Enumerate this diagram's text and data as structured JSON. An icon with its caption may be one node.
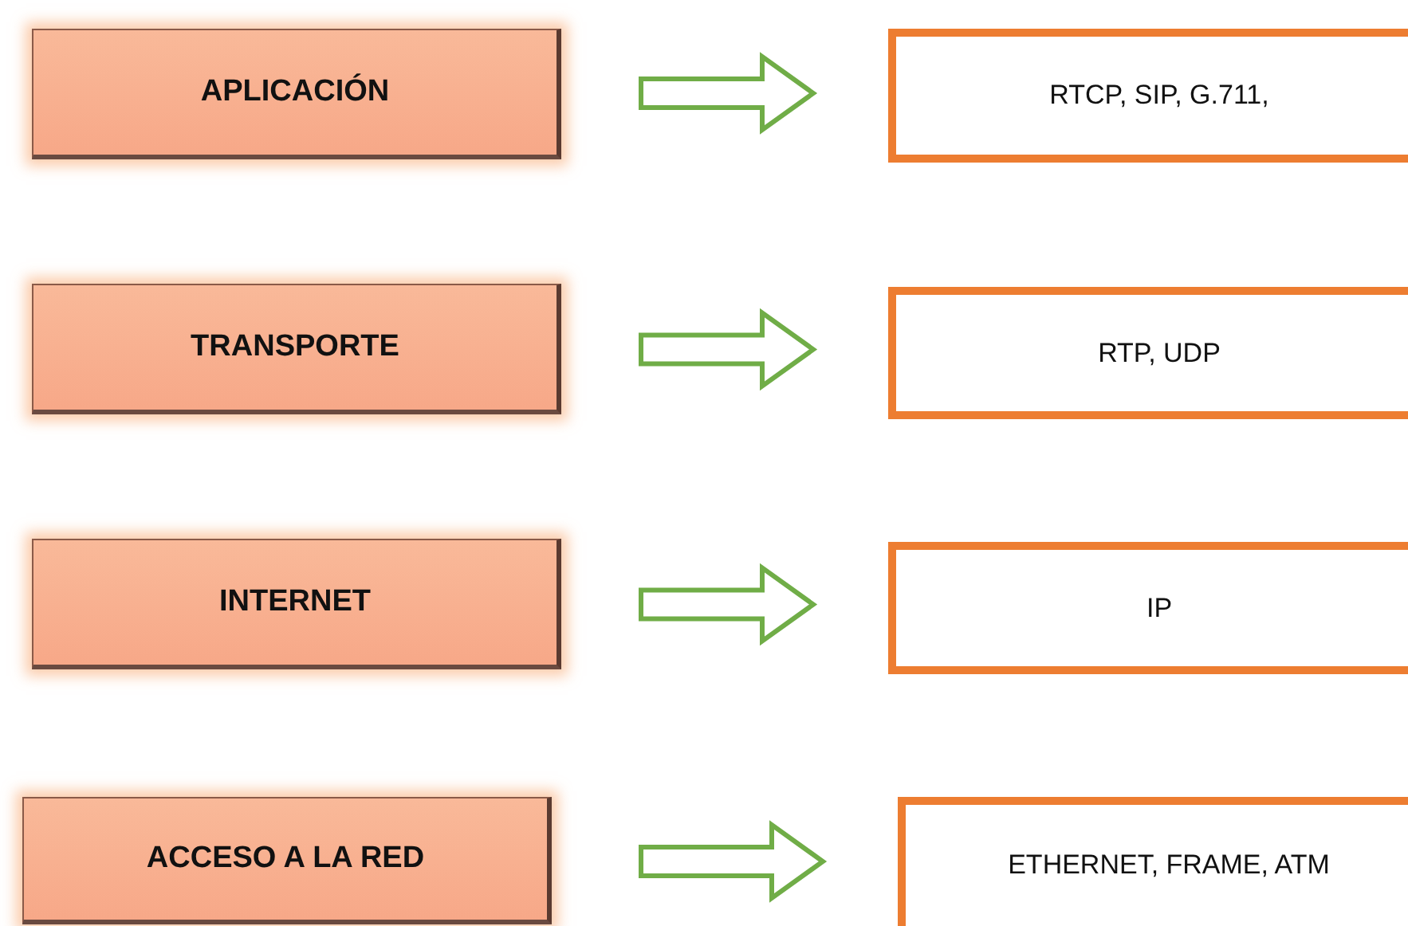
{
  "diagram": {
    "nodes": [
      {
        "text": [
          "APLICACIÓN"
        ]
      },
      {
        "text": [
          "RTCP, SIP, G.711,"
        ]
      },
      {
        "text": [
          "TRANSPORTE"
        ]
      },
      {
        "text": [
          "RTP, UDP"
        ]
      },
      {
        "text": [
          "INTERNET"
        ]
      },
      {
        "text": [
          "IP"
        ]
      },
      {
        "text": [
          "ACCESO A LA RED"
        ]
      },
      {
        "text": [
          "ETHERNET, FRAME, ATM"
        ]
      }
    ],
    "edges": [
      {
        "from": 0,
        "to": 1,
        "arrow": "to"
      },
      {
        "from": 2,
        "to": 3,
        "arrow": "to"
      },
      {
        "from": 4,
        "to": 5,
        "arrow": "to"
      },
      {
        "from": 6,
        "to": 7,
        "arrow": "to"
      }
    ]
  }
}
